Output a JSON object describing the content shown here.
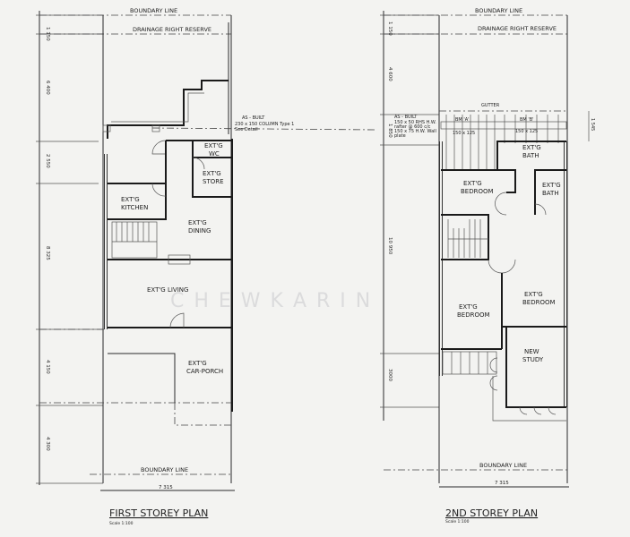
{
  "watermark": "C H E W   K A R I N",
  "first_storey": {
    "title": "FIRST STOREY PLAN",
    "scale": "Scale 1:100",
    "boundary_top": "BOUNDARY   LINE",
    "drainage": "DRAINAGE  RIGHT  RESERVE",
    "boundary_bottom": "BOUNDARY   LINE",
    "width_dim": "7 315",
    "as_built_note": [
      "AS - BUILT",
      "230 x 150 COLUMN  Type 1",
      "See Detail"
    ],
    "dims": [
      "1 150",
      "6 400",
      "2 550",
      "8 325",
      "4 150",
      "4 300"
    ],
    "rooms": {
      "wc": [
        "EXT'G",
        "WC"
      ],
      "store": [
        "EXT'G",
        "STORE"
      ],
      "kitchen": [
        "EXT'G",
        "KITCHEN"
      ],
      "dining": [
        "EXT'G",
        "DINING"
      ],
      "living": "EXT'G  LIVING",
      "car_porch": [
        "EXT'G",
        "CAR-PORCH"
      ]
    }
  },
  "second_storey": {
    "title": "2ND STOREY PLAN",
    "scale": "Scale 1:100",
    "boundary_top": "BOUNDARY   LINE",
    "drainage": "DRAINAGE  RIGHT  RESERVE",
    "boundary_bottom": "BOUNDARY   LINE",
    "width_dim": "7 315",
    "gutter": "GUTTER",
    "as_built_note": [
      "AS - BUILT",
      "150 x 50 RHS  H.W.",
      "rafter @ 600 c/c",
      "150 x 75 H.W. Wall",
      "plate"
    ],
    "bm_a": "BM 'A'",
    "bm_b": "BM 'B'",
    "bm_a_size": "150 x 125",
    "bm_b_size": "150 x 125",
    "side_dim": "1 545",
    "dims": [
      "1 150",
      "4 600",
      "1 850",
      "10 950",
      "3000"
    ],
    "rooms": {
      "bath_top": [
        "EXT'G",
        "BATH"
      ],
      "bedroom_top": [
        "EXT'G",
        "BEDROOM"
      ],
      "bath_right": [
        "EXT'G",
        "BATH"
      ],
      "bedroom_left": [
        "EXT'G",
        "BEDROOM"
      ],
      "bedroom_right": [
        "EXT'G",
        "BEDROOM"
      ],
      "study": [
        "NEW",
        "STUDY"
      ]
    }
  }
}
